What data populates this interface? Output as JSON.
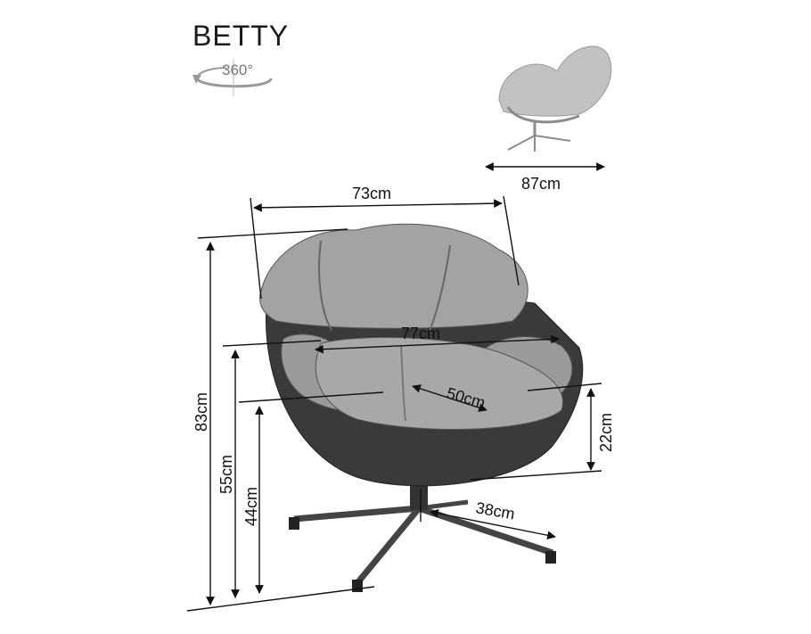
{
  "product": {
    "name": "BETTY",
    "rotation_label": "360°"
  },
  "dimensions": {
    "width_top": "73cm",
    "depth_side": "87cm",
    "width_arms": "77cm",
    "seat_depth": "50cm",
    "armrest_height": "22cm",
    "total_height": "83cm",
    "seat_height_top": "55cm",
    "seat_height": "44cm",
    "base_radius": "38cm"
  },
  "colors": {
    "line": "#111111",
    "fabric": "#9a9a9a",
    "shell": "#3a3a3a",
    "base": "#555555"
  }
}
